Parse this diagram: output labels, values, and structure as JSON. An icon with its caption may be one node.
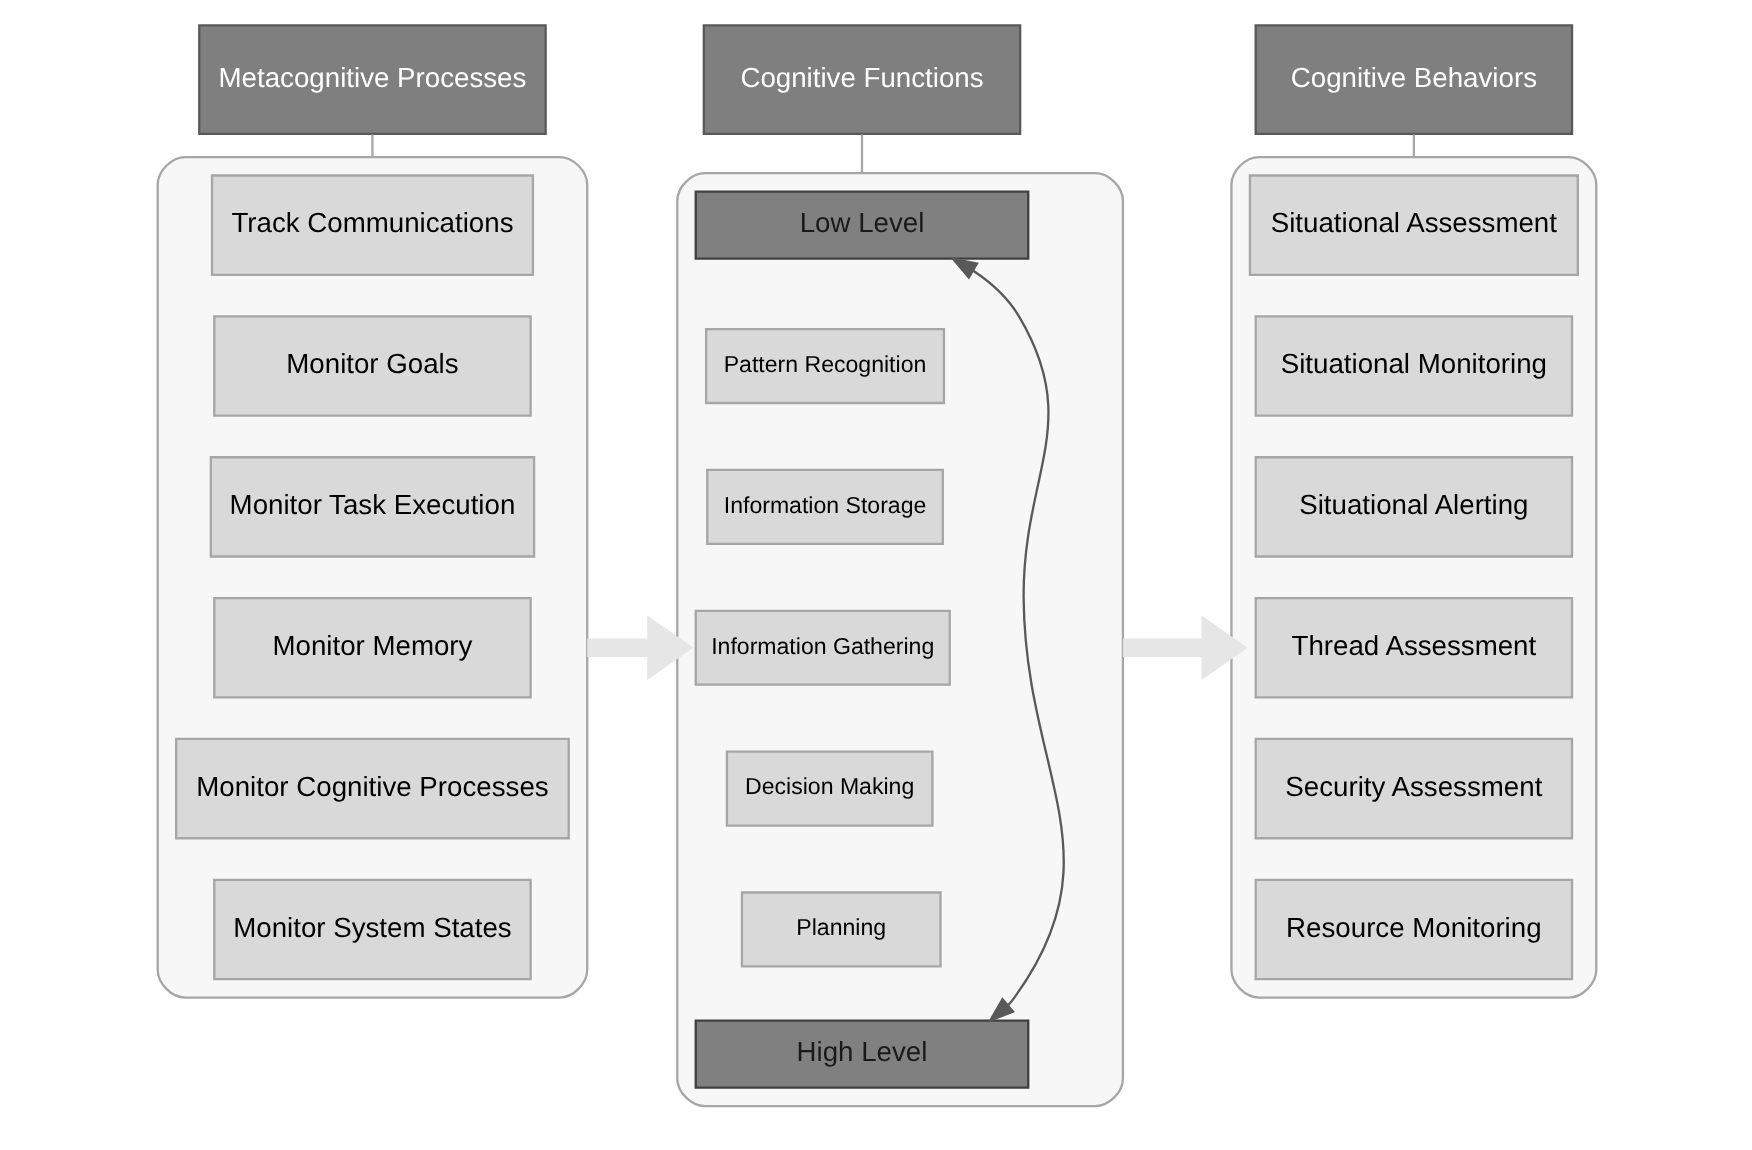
{
  "diagram": {
    "nodes": [
      {
        "text": [
          "Metacognitive Processes"
        ]
      },
      {
        "text": [],
        "shape": "box"
      },
      {
        "text": [
          "Track Communications"
        ],
        "in": 1
      },
      {
        "text": [
          "Monitor Goals"
        ],
        "in": 1
      },
      {
        "text": [
          "Monitor Task Execution"
        ],
        "in": 1
      },
      {
        "text": [
          "Monitor Memory"
        ],
        "in": 1
      },
      {
        "text": [
          "Monitor Cognitive Processes"
        ],
        "in": 1
      },
      {
        "text": [
          "Monitor System States"
        ],
        "in": 1
      },
      {
        "text": [
          "Cognitive Functions"
        ]
      },
      {
        "text": [],
        "shape": "box"
      },
      {
        "text": [
          "Low Level"
        ],
        "in": 9
      },
      {
        "text": [
          "Pattern Recognition"
        ],
        "in": 9
      },
      {
        "text": [
          "Information Storage"
        ],
        "in": 9
      },
      {
        "text": [
          "Information Gathering"
        ],
        "in": 9
      },
      {
        "text": [
          "Decision Making"
        ],
        "in": 9
      },
      {
        "text": [
          "Planning"
        ],
        "in": 9
      },
      {
        "text": [
          "High Level"
        ],
        "in": 9
      },
      {
        "text": [
          "Cognitive Behaviors"
        ]
      },
      {
        "text": [],
        "shape": "box"
      },
      {
        "text": [
          "Situational Assessment"
        ],
        "in": 18
      },
      {
        "text": [
          "Situational Monitoring"
        ],
        "in": 18
      },
      {
        "text": [
          "Situational Alerting"
        ],
        "in": 18
      },
      {
        "text": [
          "Thread Assessment"
        ],
        "in": 18
      },
      {
        "text": [
          "Security Assessment"
        ],
        "in": 18
      },
      {
        "text": [
          "Resource Monitoring"
        ],
        "in": 18
      }
    ],
    "edges": [
      {
        "from": 0,
        "to": 1,
        "arrow": "none"
      },
      {
        "from": 8,
        "to": 9,
        "arrow": "none"
      },
      {
        "from": 17,
        "to": 18,
        "arrow": "none"
      },
      {
        "from": 1,
        "to": 9,
        "arrow": "to",
        "style": "thick",
        "color": "#e6e6e6"
      },
      {
        "from": 9,
        "to": 18,
        "arrow": "to",
        "style": "thick",
        "color": "#e6e6e6"
      },
      {
        "from": 10,
        "to": 16,
        "arrow": "both",
        "color": "#595959"
      }
    ]
  }
}
